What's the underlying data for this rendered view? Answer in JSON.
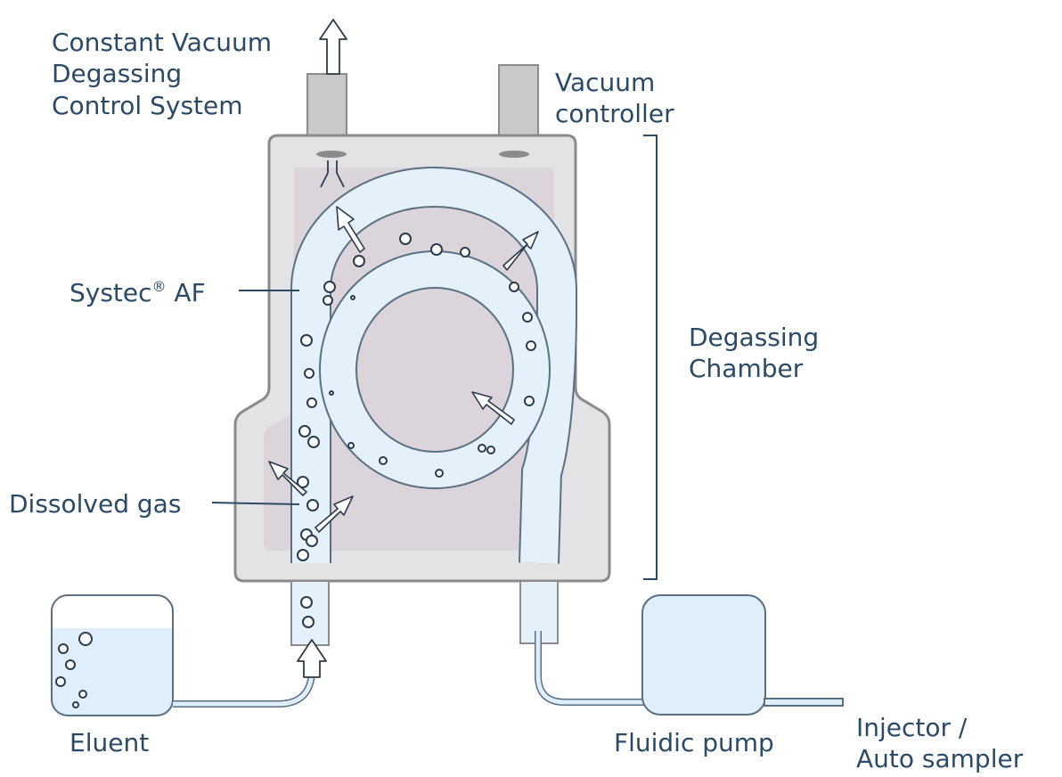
{
  "labels": {
    "constant_vacuum": [
      "Constant Vacuum",
      "Degassing",
      "Control System"
    ],
    "vacuum_controller": [
      "Vacuum",
      "controller"
    ],
    "systec_af": "Systec",
    "systec_af_reg": "®",
    "systec_af_suffix": " AF",
    "degassing_chamber": [
      "Degassing",
      "Chamber"
    ],
    "dissolved_gas": "Dissolved gas",
    "eluent": "Eluent",
    "fluidic_pump": "Fluidic pump",
    "injector": [
      "Injector /",
      "Auto sampler"
    ]
  },
  "colors": {
    "text": "#2b4a66",
    "line": "#2b4a66",
    "chamber_outer": "#e3e3e5",
    "chamber_border": "#8c8c8e",
    "chamber_inner": "#ddd5dc",
    "tube_fill": "#e4f1fb",
    "tube_stroke": "#5a6f82",
    "pipe_gray": "#c8c8ca",
    "liquid": "#dfeefb"
  },
  "icons": [
    "up-arrow-icon",
    "outflow-arrow-icon",
    "inflow-arrow-icon",
    "bubble-icon"
  ]
}
